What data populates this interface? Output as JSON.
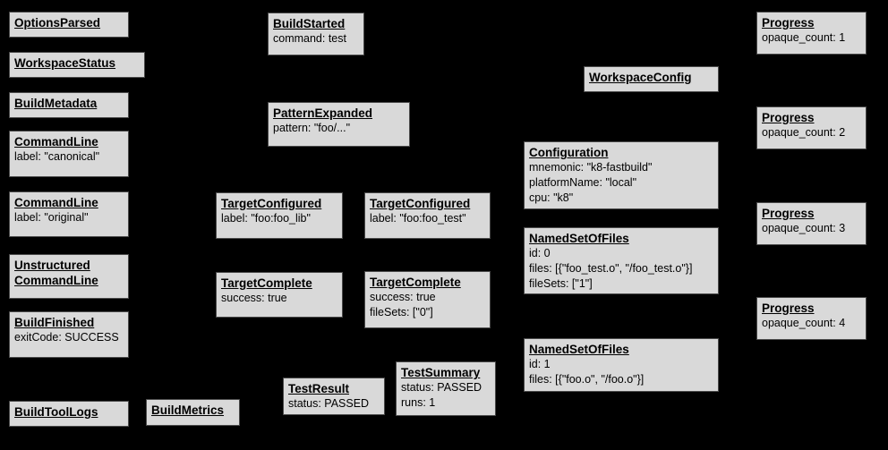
{
  "diagram": {
    "description": "Bazel Build Event Protocol event graph",
    "colors": {
      "background": "#000000",
      "box_fill": "#d9d9d9",
      "box_border": "#4a4a4a",
      "text": "#000000"
    },
    "boxes": [
      {
        "title": "OptionsParsed",
        "lines": []
      },
      {
        "title": "WorkspaceStatus",
        "lines": []
      },
      {
        "title": "BuildMetadata",
        "lines": []
      },
      {
        "title": "CommandLine",
        "lines": [
          "label: \"canonical\""
        ]
      },
      {
        "title": "CommandLine",
        "lines": [
          "label: \"original\""
        ]
      },
      {
        "title": "Unstructured",
        "title2": "CommandLine",
        "lines": []
      },
      {
        "title": "BuildFinished",
        "lines": [
          "exitCode: SUCCESS"
        ]
      },
      {
        "title": "BuildToolLogs",
        "lines": []
      },
      {
        "title": "BuildStarted",
        "lines": [
          "command: test"
        ]
      },
      {
        "title": "PatternExpanded",
        "lines": [
          "pattern: \"foo/...\""
        ]
      },
      {
        "title": "TargetConfigured",
        "lines": [
          "label: \"foo:foo_lib\""
        ]
      },
      {
        "title": "TargetConfigured",
        "lines": [
          "label: \"foo:foo_test\""
        ]
      },
      {
        "title": "TargetComplete",
        "lines": [
          "success: true"
        ]
      },
      {
        "title": "TargetComplete",
        "lines": [
          "success: true",
          "fileSets: [\"0\"]"
        ]
      },
      {
        "title": "TestResult",
        "lines": [
          "status: PASSED"
        ]
      },
      {
        "title": "TestSummary",
        "lines": [
          "status: PASSED",
          "runs: 1"
        ]
      },
      {
        "title": "BuildMetrics",
        "lines": []
      },
      {
        "title": "WorkspaceConfig",
        "lines": []
      },
      {
        "title": "Configuration",
        "lines": [
          "mnemonic: \"k8-fastbuild\"",
          "platformName: \"local\"",
          "cpu: \"k8\""
        ]
      },
      {
        "title": "NamedSetOfFiles",
        "lines": [
          "id: 0",
          "files: [{\"foo_test.o\", \"/foo_test.o\"}]",
          "fileSets: [\"1\"]"
        ]
      },
      {
        "title": "NamedSetOfFiles",
        "lines": [
          "id: 1",
          "files: [{\"foo.o\", \"/foo.o\"}]"
        ]
      },
      {
        "title": "Progress",
        "lines": [
          "opaque_count: 1"
        ]
      },
      {
        "title": "Progress",
        "lines": [
          "opaque_count: 2"
        ]
      },
      {
        "title": "Progress",
        "lines": [
          "opaque_count: 3"
        ]
      },
      {
        "title": "Progress",
        "lines": [
          "opaque_count: 4"
        ]
      }
    ]
  }
}
